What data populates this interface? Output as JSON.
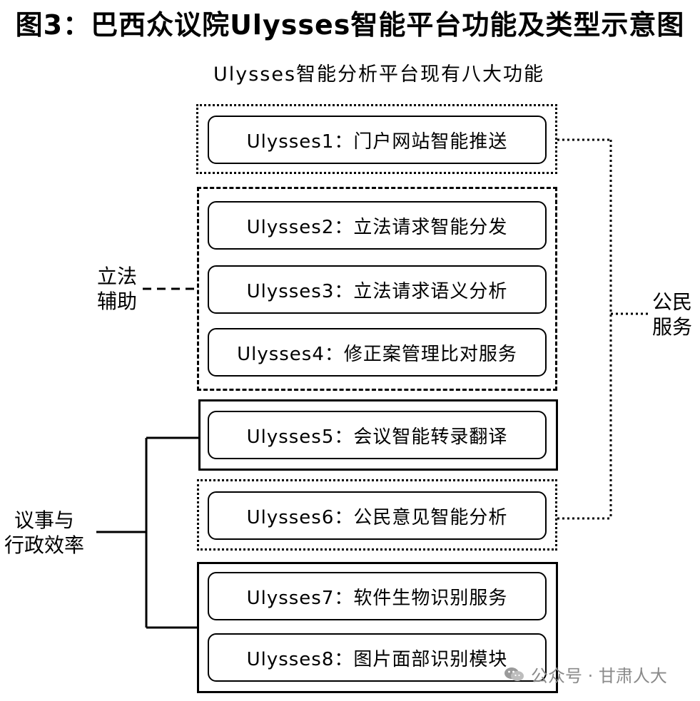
{
  "title": "图3：巴西众议院Ulysses智能平台功能及类型示意图",
  "subtitle": "Ulysses智能分析平台现有八大功能",
  "modules": [
    {
      "label": "Ulysses1：门户网站智能推送"
    },
    {
      "label": "Ulysses2：立法请求智能分发"
    },
    {
      "label": "Ulysses3：立法请求语义分析"
    },
    {
      "label": "Ulysses4：修正案管理比对服务"
    },
    {
      "label": "Ulysses5：会议智能转录翻译"
    },
    {
      "label": "Ulysses6：公民意见智能分析"
    },
    {
      "label": "Ulysses7：软件生物识别服务"
    },
    {
      "label": "Ulysses8：图片面部识别模块"
    }
  ],
  "categories": {
    "legislative_support": {
      "line1": "立法",
      "line2": "辅助"
    },
    "citizen_service": {
      "line1": "公民",
      "line2": "服务"
    },
    "admin_efficiency": {
      "line1": "议事与",
      "line2": "行政效率"
    }
  },
  "watermark": {
    "text": "公众号 · 甘肃人大",
    "icon": "wechat-icon"
  }
}
